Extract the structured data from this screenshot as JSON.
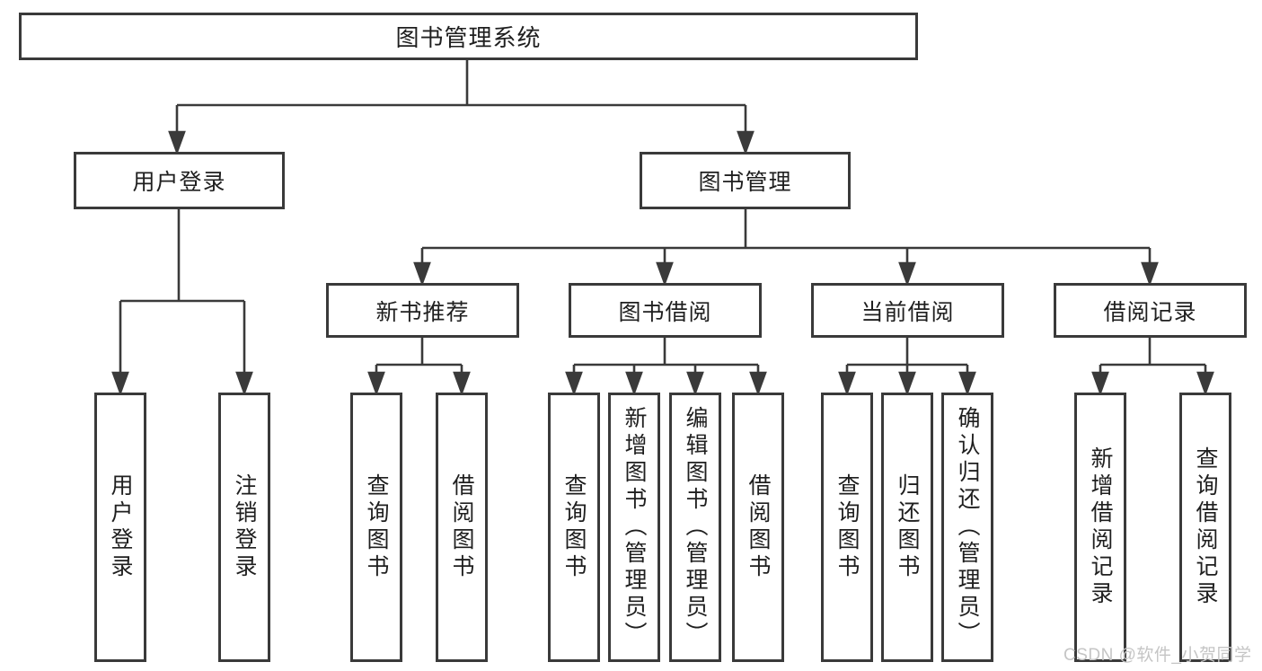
{
  "diagram": {
    "root": {
      "label": "图书管理系统"
    },
    "branches": [
      {
        "label": "用户登录",
        "children": [
          {
            "label": "用户登录"
          },
          {
            "label": "注销登录"
          }
        ]
      },
      {
        "label": "图书管理",
        "children": [
          {
            "label": "新书推荐",
            "children": [
              {
                "label": "查询图书"
              },
              {
                "label": "借阅图书"
              }
            ]
          },
          {
            "label": "图书借阅",
            "children": [
              {
                "label": "查询图书"
              },
              {
                "label": "新增图书（管理员）"
              },
              {
                "label": "编辑图书（管理员）"
              },
              {
                "label": "借阅图书"
              }
            ]
          },
          {
            "label": "当前借阅",
            "children": [
              {
                "label": "查询图书"
              },
              {
                "label": "归还图书"
              },
              {
                "label": "确认归还（管理员）"
              }
            ]
          },
          {
            "label": "借阅记录",
            "children": [
              {
                "label": "新增借阅记录"
              },
              {
                "label": "查询借阅记录"
              }
            ]
          }
        ]
      }
    ]
  },
  "watermark": {
    "text": "CSDN @软件_小贺同学"
  },
  "colors": {
    "line": "#3a3a3a",
    "text": "#1f1f1f",
    "background": "#ffffff",
    "watermark": "#c5c5c5"
  }
}
